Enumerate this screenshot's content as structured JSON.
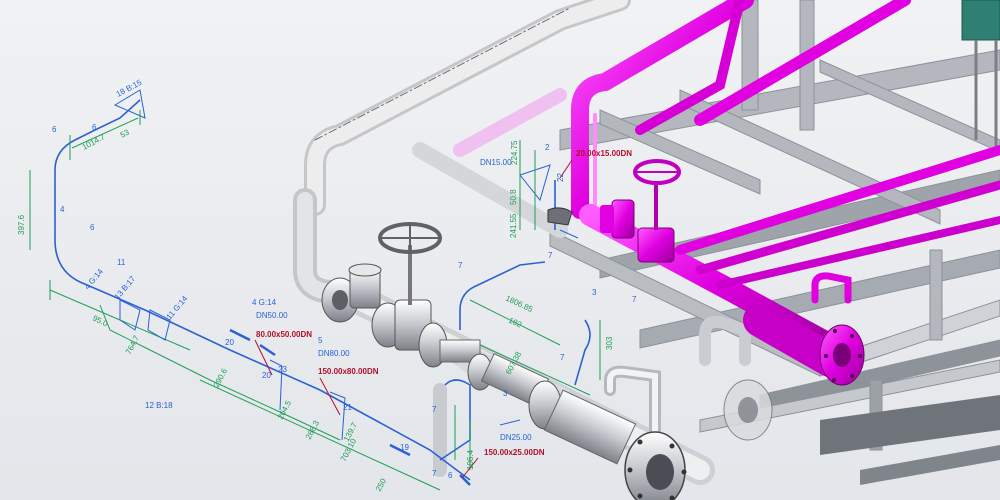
{
  "colors": {
    "background": "#eceef0",
    "highlight_pipe": "#e000e0",
    "dimension_green": "#1f9e57",
    "dimension_blue": "#2a62d6",
    "callout_red": "#b0102c",
    "ghost_pipe": "#c4c6ca",
    "steel_frame": "#a9aeb6",
    "equipment_teal": "#2f7f73"
  },
  "isometric_left": {
    "labels": [
      "18 B:15",
      "1014.7",
      "53",
      "397.6",
      "4 G:14",
      "13 B:17",
      "11 G:14",
      "95.0",
      "764.7",
      "12 B:18",
      "4 G:14",
      "DN50.00",
      "290.6",
      "DN80.00",
      "80.00x50.00DN",
      "150.00x80.00DN",
      "204.5",
      "268.3",
      "703.10",
      "139.7",
      "250"
    ],
    "numbers": [
      "6",
      "6",
      "4",
      "6",
      "11",
      "20",
      "20",
      "23",
      "5",
      "21",
      "19",
      "6"
    ]
  },
  "isometric_center": {
    "labels": [
      "DN15.00",
      "224.75",
      "50.8",
      "241.55",
      "22",
      "2",
      "1806.85",
      "182",
      "607.38",
      "303",
      "DN25.00",
      "150.00x25.00DN",
      "106.4",
      "20.00x15.00DN"
    ],
    "numbers": [
      "7",
      "7",
      "3",
      "7",
      "7",
      "3",
      "7",
      "7"
    ]
  }
}
